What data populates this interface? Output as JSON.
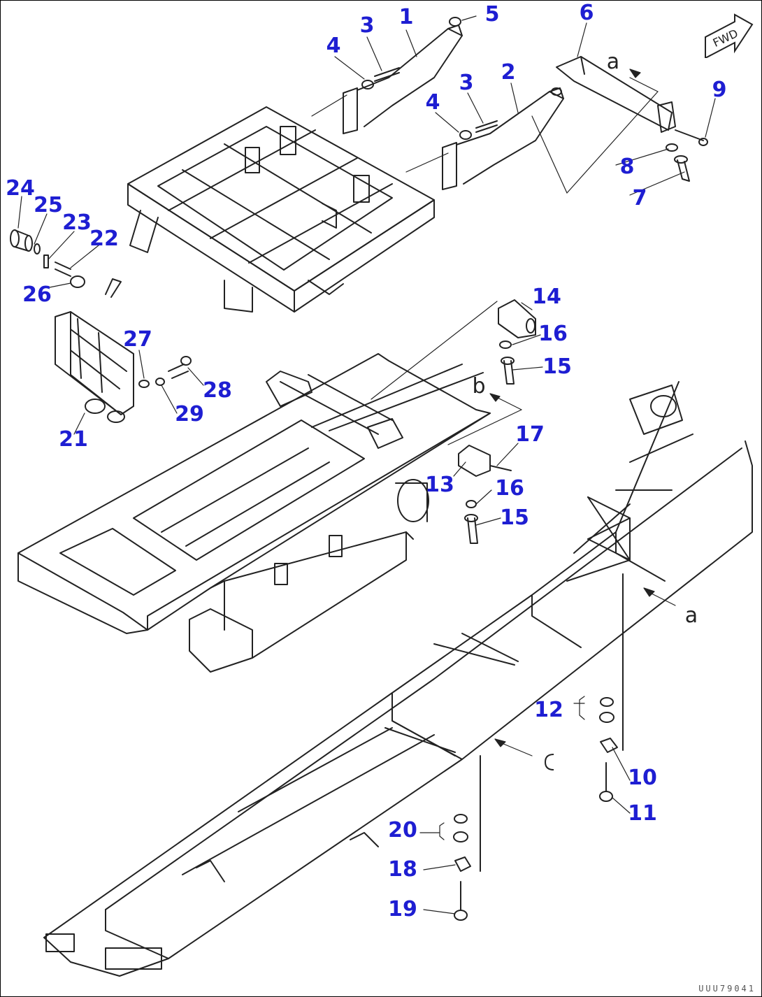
{
  "fwd_label": "FWD",
  "drawing_code": "UUU79041",
  "colors": {
    "callout": "#1e1ed2",
    "linework": "#222222",
    "background": "#ffffff"
  },
  "view_refs": {
    "a": "a",
    "b": "b"
  },
  "callouts": {
    "c1": "1",
    "c2": "2",
    "c3a": "3",
    "c3b": "3",
    "c4a": "4",
    "c4b": "4",
    "c5": "5",
    "c6": "6",
    "c7": "7",
    "c8": "8",
    "c9": "9",
    "c10": "10",
    "c11": "11",
    "c12": "12",
    "c13": "13",
    "c14": "14",
    "c15a": "15",
    "c15b": "15",
    "c16a": "16",
    "c16b": "16",
    "c17": "17",
    "c18": "18",
    "c19": "19",
    "c20": "20",
    "c21": "21",
    "c22": "22",
    "c23": "23",
    "c24": "24",
    "c25": "25",
    "c26": "26",
    "c27": "27",
    "c28": "28",
    "c29": "29"
  }
}
